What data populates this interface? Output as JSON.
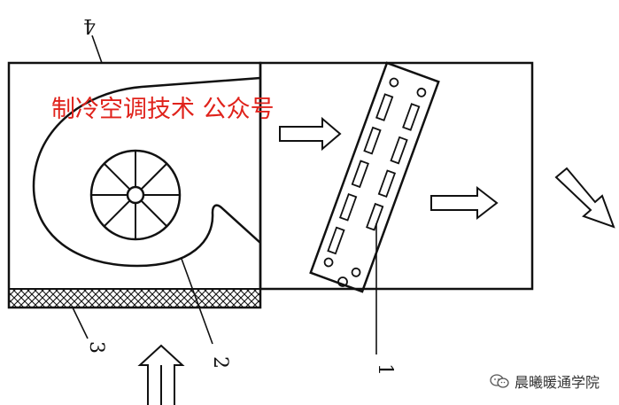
{
  "overlay_text": "制冷空调技术 公众号",
  "watermark": {
    "icon": "wechat-icon",
    "text": "晨曦暖通学院"
  },
  "labels": {
    "one": "1",
    "two": "2",
    "three": "3",
    "four": "4"
  }
}
